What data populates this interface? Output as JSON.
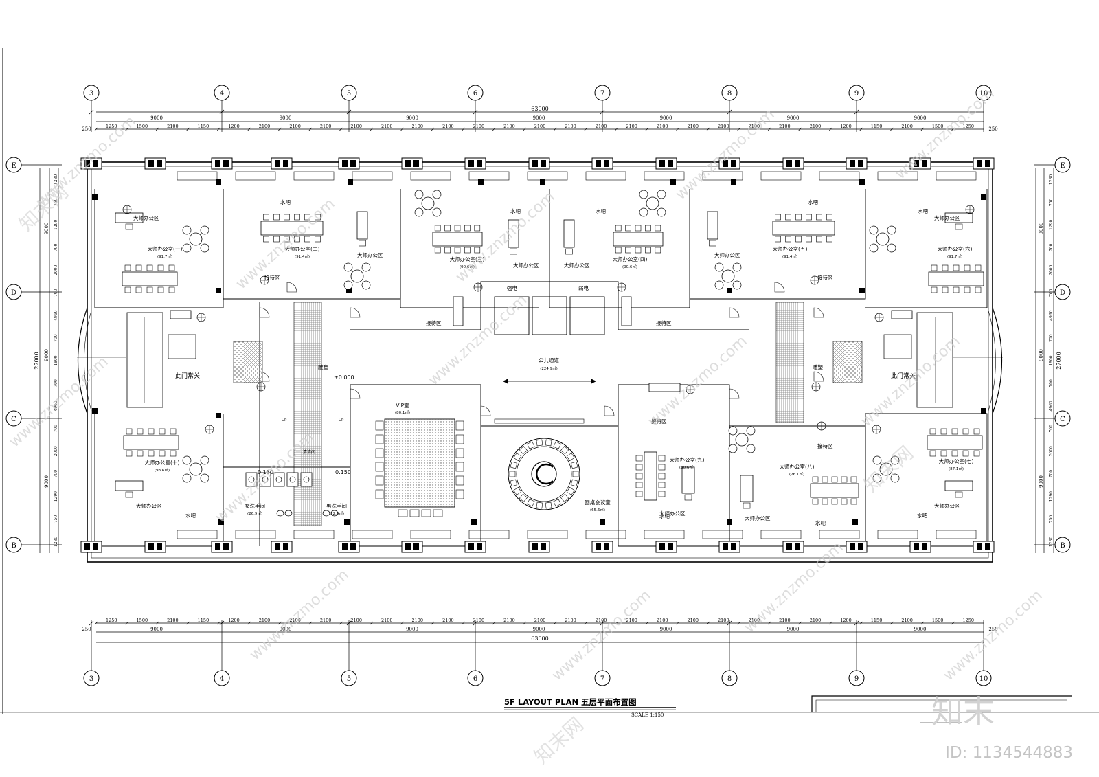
{
  "grid": {
    "columns": [
      "3",
      "4",
      "5",
      "6",
      "7",
      "8",
      "9",
      "10"
    ],
    "rows": [
      "E",
      "D",
      "C",
      "B"
    ]
  },
  "dimensions": {
    "total_horizontal": "63000",
    "bays_horizontal": [
      "9000",
      "9000",
      "9000",
      "9000",
      "9000",
      "9000",
      "9000"
    ],
    "edge_offset": "250",
    "sub_horizontal": [
      "1250",
      "1500",
      "2100",
      "1150",
      "1200",
      "2100",
      "2100",
      "2100",
      "2100",
      "2100",
      "2100",
      "2100",
      "2100",
      "2100",
      "2100",
      "2100",
      "2100",
      "2100",
      "2100",
      "2100",
      "2100",
      "2100",
      "2100",
      "2100",
      "1200",
      "1150",
      "2100",
      "1500",
      "1250"
    ],
    "total_vertical": "27000",
    "bays_vertical": [
      "9000",
      "9000",
      "9000"
    ],
    "sub_vertical_left": [
      "1230",
      "750",
      "1290",
      "700",
      "2000",
      "700",
      "4960",
      "700",
      "1800",
      "700",
      "4960",
      "700",
      "2000",
      "700",
      "1290",
      "750",
      "1230"
    ]
  },
  "rooms": {
    "office_1": {
      "name": "大师办公室(一)",
      "area": "(91.7㎡)"
    },
    "office_2": {
      "name": "大师办公室(二)",
      "area": "(91.4㎡)"
    },
    "office_3": {
      "name": "大师办公室(三)",
      "area": "(90.6㎡)"
    },
    "office_4": {
      "name": "大师办公室(四)",
      "area": "(90.6㎡)"
    },
    "office_5": {
      "name": "大师办公室(五)",
      "area": "(91.4㎡)"
    },
    "office_6": {
      "name": "大师办公室(六)",
      "area": "(91.7㎡)"
    },
    "office_7": {
      "name": "大师办公室(七)",
      "area": "(87.1㎡)"
    },
    "office_8": {
      "name": "大师办公室(八)",
      "area": "(76.1㎡)"
    },
    "office_9": {
      "name": "大师办公室(九)",
      "area": "(80.6㎡)"
    },
    "office_10": {
      "name": "大师办公室(十)",
      "area": "(93.6㎡)"
    },
    "vip": {
      "name": "VIP室",
      "area": "(80.1㎡)"
    },
    "round_table": {
      "name": "圆桌会议室",
      "area": "(65.6㎡)"
    },
    "corridor": {
      "name": "公共通道",
      "area": "(224.9㎡)"
    },
    "female_wc": {
      "name": "女洗手间",
      "area": "(26.9㎡)"
    },
    "male_wc": {
      "name": "男洗手间",
      "area": "(22.9㎡)"
    }
  },
  "labels": {
    "office_area": "大师办公区",
    "water_bar": "水吧",
    "reception": "接待区",
    "strong_power": "强电",
    "weak_power": "弱电",
    "sculpture": "雕塑",
    "door_closed": "此门常关",
    "level_zero": "±0.000",
    "level_150": "0.150",
    "up": "UP",
    "cleaning": "清洁间"
  },
  "title": {
    "main": "5F  LAYOUT  PLAN  五层平面布置图",
    "scale": "SCALE   1:150"
  },
  "watermark": {
    "site": "www.znzmo.com",
    "brand": "知末",
    "id": "ID: 1134544883",
    "cn_site": "知末网"
  }
}
